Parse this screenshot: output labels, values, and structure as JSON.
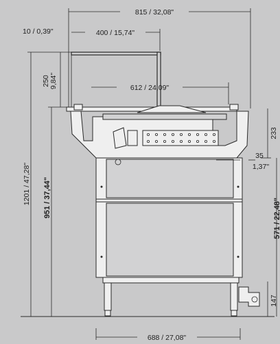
{
  "dimensions": {
    "overall_width": "815 / 32,08\"",
    "glass_offset": "10 / 0,39\"",
    "glass_width": "400 / 15,74\"",
    "glass_height_mm": "250",
    "glass_height_in": "9,84\"",
    "inner_width": "612 / 24,09\"",
    "total_height": "1201 / 47,28\"",
    "counter_height": "951 / 37,44\"",
    "tray_depth": "233",
    "side_offset_mm": "35",
    "side_offset_in": "1,37\"",
    "leg_height": "571 / 22,48\"",
    "foot_height": "147",
    "base_width": "688 / 27,08\""
  }
}
